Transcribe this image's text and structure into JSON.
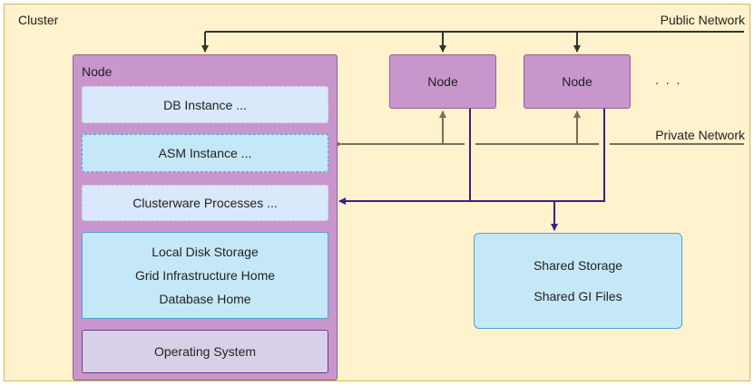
{
  "cluster": {
    "label": "Cluster"
  },
  "networks": {
    "public": "Public Network",
    "private": "Private Network"
  },
  "main_node": {
    "label": "Node",
    "db_instance": "DB Instance ...",
    "asm_instance": "ASM Instance ...",
    "clusterware": "Clusterware Processes ...",
    "local_storage": [
      "Local Disk Storage",
      "Grid Infrastructure Home",
      "Database Home"
    ],
    "os": "Operating System"
  },
  "other_nodes": [
    "Node",
    "Node"
  ],
  "ellipsis": ". . .",
  "shared_storage": [
    "Shared Storage",
    "Shared GI Files"
  ],
  "colors": {
    "cluster_fill": "#fff2cc",
    "node_fill": "#c896cc",
    "storage_fill": "#c5e8f8",
    "public_line": "#333333",
    "private_line": "#7a6e5a",
    "storage_line": "#3a2080"
  }
}
